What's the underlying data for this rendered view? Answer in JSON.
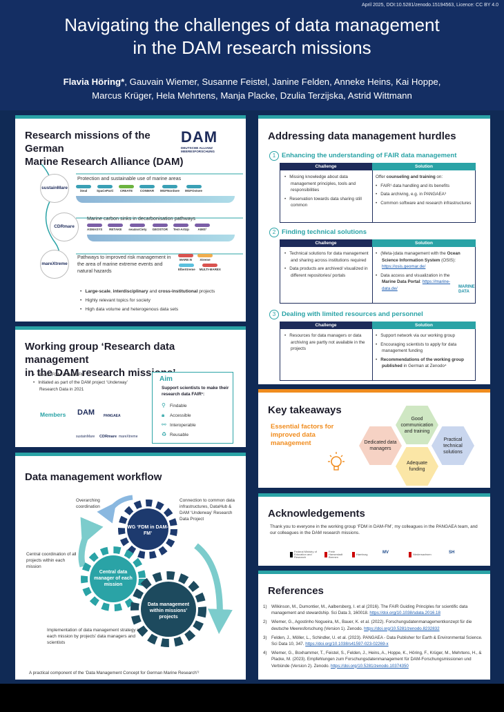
{
  "header": {
    "meta": "April 2025, DOI:10.5281/zenodo.15194563, Licence: CC BY 4.0",
    "title_line1": "Navigating the challenges of data management",
    "title_line2": "in the DAM research missions",
    "lead_author": "Flavia Höring*",
    "authors_rest_line1": ", Gauvain Wiemer, Susanne Feistel, Janine Felden, Anneke Heins, Kai Hoppe,",
    "authors_line2": "Marcus Krüger, Hela Mehrtens, Manja Placke, Dzulia Terzijska, Astrid Wittmann"
  },
  "missions": {
    "title_line1": "Research missions of the German",
    "title_line2": "Marine Research Alliance (DAM)",
    "dam_logo": "DAM",
    "dam_logo_sub1": "DEUTSCHE ALLIANZ",
    "dam_logo_sub2": "MEERESFORSCHUNG",
    "rows": [
      {
        "logo": "sustainMare",
        "text": "Protection and sustainable use of marine areas",
        "partners": [
          "iSeal",
          "SpaCeParti",
          "CREATE",
          "CONMAR",
          "MGFNordsee",
          "MGFOstsee"
        ]
      },
      {
        "logo": "CDRmare",
        "text": "Marine carbon sinks in decarbonisation pathways",
        "partners": [
          "ASMASYS",
          "RETAKE",
          "sea4soCiety",
          "GEOSTOR",
          "Test-ArtUp",
          "AIMS³"
        ]
      },
      {
        "logo": "mareXtreme",
        "text": "Pathways to improved risk management in the area of marine extreme events and natural hazards",
        "partners": [
          "MARE:N",
          "Xtreme",
          "ElbeXtreme",
          "MULTI-MAREX"
        ]
      }
    ],
    "bullets": [
      {
        "pre": "",
        "b1": "Large-scale",
        "mid": ", ",
        "b2": "interdisciplinary",
        "mid2": " and ",
        "b3": "cross-institutional",
        "post": " projects"
      },
      {
        "text": "Highly relevant topics for society"
      },
      {
        "text": "High data volume and heterogenous data sets"
      }
    ]
  },
  "working_group": {
    "title_line1": "Working group ‘Research data management",
    "title_line2": "in the DAM research missions’",
    "items": [
      "Short: ‘FDM in DAM-FM’",
      "Initiated as part of the DAM project ‘Underway’ Research Data in 2021"
    ],
    "members_label": "Members",
    "member_logos": [
      "DAM",
      "PANGAEA",
      "sustainMare",
      "CDRmare",
      "mareXtreme"
    ],
    "aim_title": "Aim",
    "aim_text": "Support scientists to make their research data FAIR¹:",
    "fair": [
      "Findable",
      "Accessible",
      "Interoperable",
      "Reusable"
    ]
  },
  "workflow": {
    "title": "Data management workflow",
    "overarching": "Overarching coordination",
    "connection": "Connection to common data infrastructures, DataHub & DAM ‘Underway’ Research Data Project",
    "central_coord": "Central coordination of all projects within each mission",
    "implementation": "Implementation of data management strategy in each mission by projects’ data managers and scientists",
    "gear1": "WG ‘FDM in DAM-FM’",
    "gear2": "Central data manager of each mission",
    "gear3": "Data management within missions’ projects",
    "footer": "A practical component of the ‘Data Management Concept for German Marine Research’²"
  },
  "hurdles": {
    "title": "Addressing data management hurdles",
    "challenge_label": "Challenge",
    "solution_label": "Solution",
    "sections": [
      {
        "num": "1",
        "title": "Enhancing the understanding of FAIR data management",
        "challenges": [
          "Missing knowledge about data management principles, tools and responsibilities",
          "Reservation towards data sharing still common"
        ],
        "solution_intro_pre": "Offer ",
        "solution_intro_bold": "counseling and training",
        "solution_intro_post": " on:",
        "solutions": [
          "FAIR¹ data handling and its benefits",
          "Data archiving, e.g. in PANGAEA³",
          "Common software and research infrastructures"
        ]
      },
      {
        "num": "2",
        "title": "Finding technical solutions",
        "challenges": [
          "Technical solutions for data management and sharing across institutions required",
          "Data products are archived/ visualized in different repositories/ portals"
        ],
        "sol1_pre": "(Meta-)data management with the ",
        "sol1_bold": "Ocean Science Information System",
        "sol1_mid": " (OSIS): ",
        "sol1_link": "https://osis.geomar.de/",
        "sol2_pre": "Data access and visualization in the ",
        "sol2_bold": "Marine Data Portal",
        "sol2_mid": ":",
        "sol2_link": "https://marine-data.de/",
        "marine_logo1": "MARINE",
        "marine_logo2": "DATA"
      },
      {
        "num": "3",
        "title": "Dealing with limited resources and personnel",
        "challenges": [
          "Resources for data managers or data archiving are partly not available in the projects"
        ],
        "solutions": [
          "Support network via our working group",
          "Encouraging scientists to apply for data management funding"
        ],
        "sol3_bold": "Recommendations of the working group published",
        "sol3_post": " in German at Zenodo⁴"
      }
    ]
  },
  "takeaways": {
    "title": "Key takeaways",
    "sub": "Essential factors for improved data management",
    "hex": [
      "Good communication and training",
      "Dedicated data managers",
      "Practical technical solutions",
      "Adequate funding"
    ],
    "colors": [
      "#cfe7c3",
      "#f6d2c4",
      "#c9d6ee",
      "#fbe6a6"
    ]
  },
  "ack": {
    "title": "Acknowledgements",
    "text": "Thank you to everyone in the working group ‘FDM in DAM-FM’, my colleagues in the PANGAEA team, and our colleagues in the DAM research missions.",
    "funders": [
      "Federal Ministry of Education and Research",
      "Freie Hansestadt Bremen",
      "Hamburg",
      "MV",
      "Niedersachsen",
      "SH"
    ]
  },
  "refs": {
    "title": "References",
    "items": [
      {
        "n": "1)",
        "text": "Wilkinson, M., Dumontier, M., Aalbersberg, I. et al (2016). The FAIR Guiding Principles for scientific data management and stewardship. Sci Data 3, 160018. ",
        "link": "https://doi.org/10.1038/sdata.2016.18"
      },
      {
        "n": "2)",
        "text": "Wiemer, G., Agostinho Nogueira, M., Bauer, K. et al. (2022). Forschungsdatenmanagementkonzept für die deutsche Meeresforschung (Version 1). Zenodo. ",
        "link": "https://doi.org/10.5281/zenodo.8232832"
      },
      {
        "n": "3)",
        "text": "Felden, J., Möller, L., Schindler, U. et al. (2023). PANGAEA - Data Publisher for Earth & Environmental Science. Sci Data 10, 347. ",
        "link": "https://doi.org/10.1038/s41597-023-02269-x"
      },
      {
        "n": "4)",
        "text": "Wiemer, G., Boxhammer, T., Feistel, S., Felden, J., Heins, A., Hoppe, K., Höring, F., Krüger, M., Mehrtens, H., & Placke, M. (2023). Empfehlungen zum Forschungsdatenmanagement für DAM-Forschungsmissionen und Verbünde (Version 2). Zenodo. ",
        "link": "https://doi.org/10.5281/zenodo.10374350"
      }
    ]
  }
}
